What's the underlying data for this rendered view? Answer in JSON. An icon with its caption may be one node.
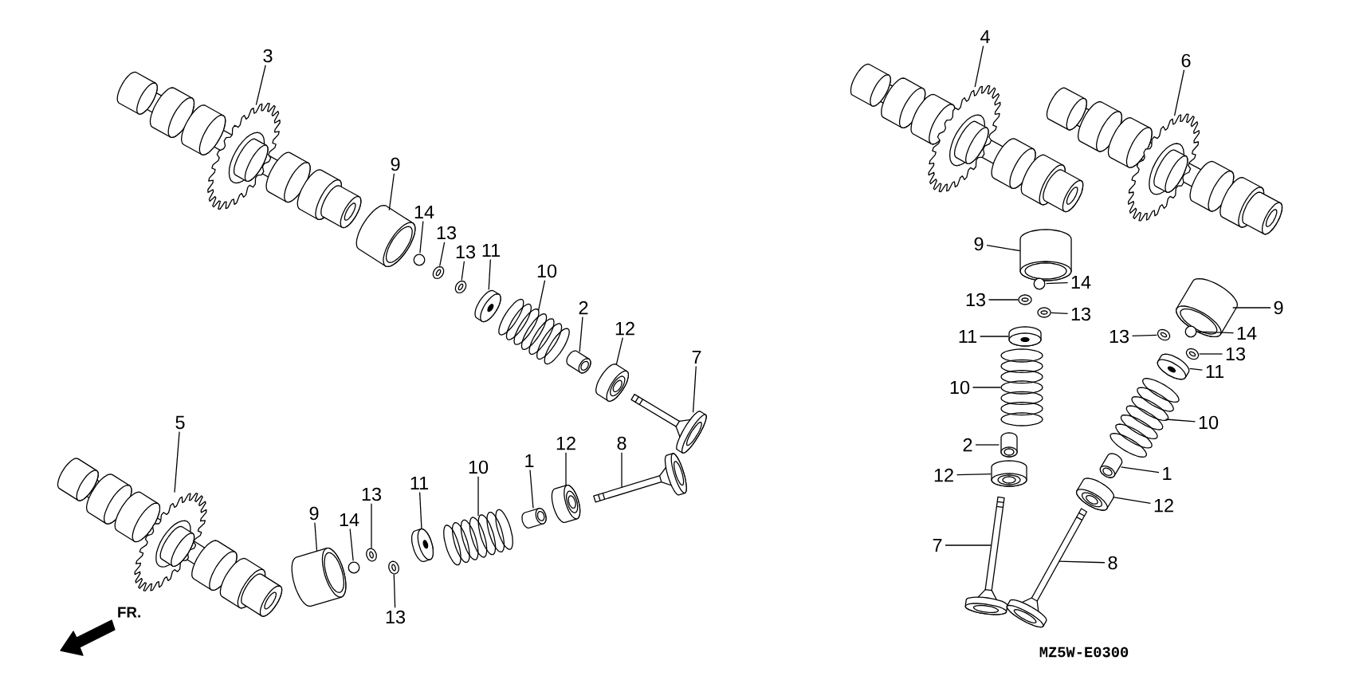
{
  "diagram": {
    "nodes": [
      {
        "text": [
          "3"
        ]
      },
      {
        "text": [
          "9"
        ]
      },
      {
        "text": [
          "14"
        ]
      },
      {
        "text": [
          "13"
        ]
      },
      {
        "text": [
          "13"
        ]
      },
      {
        "text": [
          "11"
        ]
      },
      {
        "text": [
          "10"
        ]
      },
      {
        "text": [
          "2"
        ]
      },
      {
        "text": [
          "12"
        ]
      },
      {
        "text": [
          "7"
        ]
      },
      {
        "text": [
          "5"
        ]
      },
      {
        "text": [
          "12"
        ]
      },
      {
        "text": [
          "8"
        ]
      },
      {
        "text": [
          "1"
        ]
      },
      {
        "text": [
          "10"
        ]
      },
      {
        "text": [
          "11"
        ]
      },
      {
        "text": [
          "13"
        ]
      },
      {
        "text": [
          "9"
        ]
      },
      {
        "text": [
          "14"
        ]
      },
      {
        "text": [
          "13"
        ]
      },
      {
        "text": [
          "4"
        ]
      },
      {
        "text": [
          "6"
        ]
      },
      {
        "text": [
          "9"
        ]
      },
      {
        "text": [
          "14"
        ]
      },
      {
        "text": [
          "13"
        ]
      },
      {
        "text": [
          "13"
        ]
      },
      {
        "text": [
          "11"
        ]
      },
      {
        "text": [
          "9"
        ]
      },
      {
        "text": [
          "14"
        ]
      },
      {
        "text": [
          "13"
        ]
      },
      {
        "text": [
          "13"
        ]
      },
      {
        "text": [
          "11"
        ]
      },
      {
        "text": [
          "10"
        ]
      },
      {
        "text": [
          "10"
        ]
      },
      {
        "text": [
          "2"
        ]
      },
      {
        "text": [
          "1"
        ]
      },
      {
        "text": [
          "12"
        ]
      },
      {
        "text": [
          "12"
        ]
      },
      {
        "text": [
          "7"
        ]
      },
      {
        "text": [
          "8"
        ]
      },
      {
        "text": [],
        "shape": "picture"
      },
      {
        "text": [],
        "shape": "picture"
      },
      {
        "text": [],
        "shape": "circle"
      },
      {
        "text": [],
        "shape": "picture"
      },
      {
        "text": [],
        "shape": "picture"
      },
      {
        "text": [],
        "shape": "picture"
      },
      {
        "text": [],
        "shape": "picture"
      },
      {
        "text": [],
        "shape": "picture"
      },
      {
        "text": [],
        "shape": "picture"
      },
      {
        "text": [],
        "shape": "picture"
      },
      {
        "text": [],
        "shape": "picture"
      },
      {
        "text": [],
        "shape": "picture"
      },
      {
        "text": [],
        "shape": "picture"
      },
      {
        "text": [],
        "shape": "picture"
      },
      {
        "text": [],
        "shape": "picture"
      },
      {
        "text": [],
        "shape": "picture"
      },
      {
        "text": [],
        "shape": "picture"
      },
      {
        "text": [],
        "shape": "picture"
      },
      {
        "text": [],
        "shape": "circle"
      },
      {
        "text": [],
        "shape": "picture"
      },
      {
        "text": [],
        "shape": "picture"
      },
      {
        "text": [],
        "shape": "picture"
      },
      {
        "text": [],
        "shape": "picture"
      },
      {
        "text": [],
        "shape": "circle"
      },
      {
        "text": [],
        "shape": "picture"
      },
      {
        "text": [],
        "shape": "picture"
      },
      {
        "text": [],
        "shape": "picture"
      },
      {
        "text": [],
        "shape": "picture"
      },
      {
        "text": [],
        "shape": "circle"
      },
      {
        "text": [],
        "shape": "picture"
      },
      {
        "text": [],
        "shape": "picture"
      },
      {
        "text": [],
        "shape": "picture"
      },
      {
        "text": [],
        "shape": "picture"
      },
      {
        "text": [],
        "shape": "picture"
      },
      {
        "text": [],
        "shape": "picture"
      },
      {
        "text": [],
        "shape": "picture"
      },
      {
        "text": [],
        "shape": "picture"
      },
      {
        "text": [],
        "shape": "picture"
      },
      {
        "text": [],
        "shape": "picture"
      },
      {
        "text": [],
        "shape": "picture"
      }
    ],
    "edges": [
      {
        "from": 0,
        "to": 40,
        "arrow": "none"
      },
      {
        "from": 1,
        "to": 41,
        "arrow": "none"
      },
      {
        "from": 2,
        "to": 42,
        "arrow": "none"
      },
      {
        "from": 3,
        "to": 43,
        "arrow": "none"
      },
      {
        "from": 4,
        "to": 44,
        "arrow": "none"
      },
      {
        "from": 5,
        "to": 45,
        "arrow": "none"
      },
      {
        "from": 6,
        "to": 46,
        "arrow": "none"
      },
      {
        "from": 7,
        "to": 47,
        "arrow": "none"
      },
      {
        "from": 8,
        "to": 48,
        "arrow": "none"
      },
      {
        "from": 9,
        "to": 49,
        "arrow": "none"
      },
      {
        "from": 10,
        "to": 50,
        "arrow": "none"
      },
      {
        "from": 11,
        "to": 51,
        "arrow": "none"
      },
      {
        "from": 12,
        "to": 52,
        "arrow": "none"
      },
      {
        "from": 13,
        "to": 53,
        "arrow": "none"
      },
      {
        "from": 14,
        "to": 54,
        "arrow": "none"
      },
      {
        "from": 15,
        "to": 55,
        "arrow": "none"
      },
      {
        "from": 16,
        "to": 56,
        "arrow": "none"
      },
      {
        "from": 17,
        "to": 57,
        "arrow": "none"
      },
      {
        "from": 18,
        "to": 58,
        "arrow": "none"
      },
      {
        "from": 19,
        "to": 59,
        "arrow": "none"
      },
      {
        "from": 20,
        "to": 60,
        "arrow": "none"
      },
      {
        "from": 21,
        "to": 61,
        "arrow": "none"
      },
      {
        "from": 22,
        "to": 62,
        "arrow": "none"
      },
      {
        "from": 23,
        "to": 63,
        "arrow": "none"
      },
      {
        "from": 24,
        "to": 64,
        "arrow": "none"
      },
      {
        "from": 25,
        "to": 65,
        "arrow": "none"
      },
      {
        "from": 26,
        "to": 66,
        "arrow": "none"
      },
      {
        "from": 27,
        "to": 67,
        "arrow": "none"
      },
      {
        "from": 28,
        "to": 68,
        "arrow": "none"
      },
      {
        "from": 29,
        "to": 69,
        "arrow": "none"
      },
      {
        "from": 30,
        "to": 70,
        "arrow": "none"
      },
      {
        "from": 31,
        "to": 71,
        "arrow": "none"
      },
      {
        "from": 32,
        "to": 72,
        "arrow": "none"
      },
      {
        "from": 33,
        "to": 73,
        "arrow": "none"
      },
      {
        "from": 34,
        "to": 74,
        "arrow": "none"
      },
      {
        "from": 35,
        "to": 75,
        "arrow": "none"
      },
      {
        "from": 36,
        "to": 76,
        "arrow": "none"
      },
      {
        "from": 37,
        "to": 77,
        "arrow": "none"
      },
      {
        "from": 38,
        "to": 78,
        "arrow": "none"
      },
      {
        "from": 39,
        "to": 79,
        "arrow": "none"
      }
    ],
    "labels": [
      "FR.",
      "MZ5W-E0300"
    ]
  }
}
